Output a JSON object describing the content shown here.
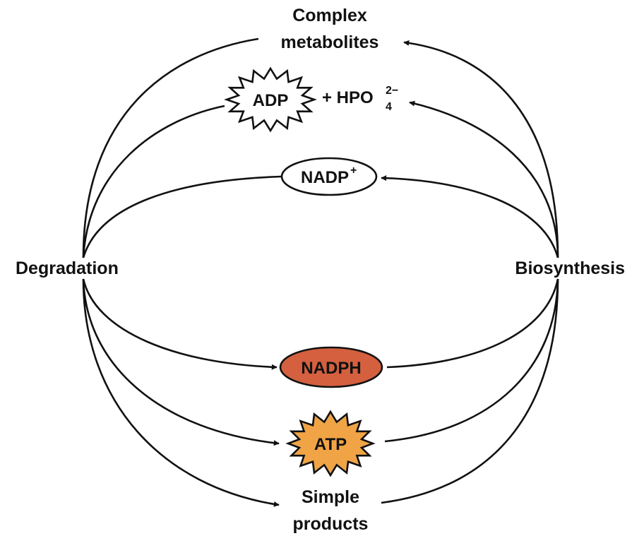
{
  "labels": {
    "complex_line1": "Complex",
    "complex_line2": "metabolites",
    "adp": "ADP",
    "hpo_prefix": "+ HPO",
    "hpo_sub": "4",
    "hpo_sup": "2−",
    "nadp": "NADP",
    "nadp_sup": "+",
    "degradation": "Degradation",
    "biosynthesis": "Biosynthesis",
    "nadph": "NADPH",
    "atp": "ATP",
    "simple_line1": "Simple",
    "simple_line2": "products"
  },
  "colors": {
    "nadph_fill": "#d4603f",
    "atp_fill": "#f0a446",
    "outline": "#111111",
    "background": "#ffffff"
  }
}
